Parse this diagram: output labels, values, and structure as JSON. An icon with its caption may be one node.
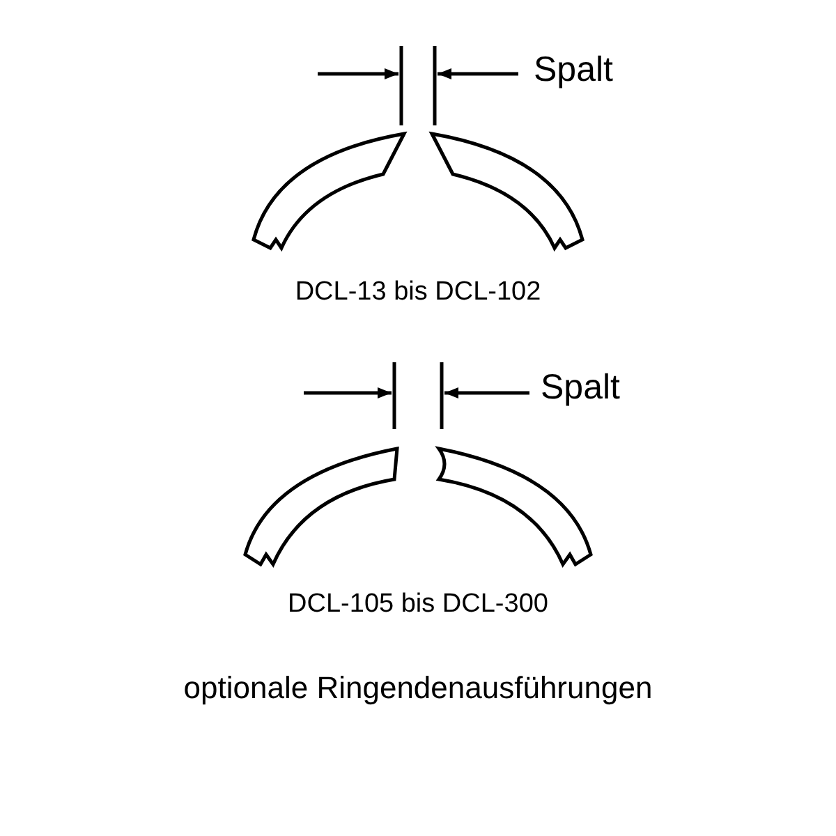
{
  "diagram": {
    "caption": "optionale Ringendenausführungen",
    "labels": [
      "Spalt",
      "DCL-13 bis DCL-102",
      "Spalt",
      "DCL-105 bis DCL-300"
    ]
  }
}
